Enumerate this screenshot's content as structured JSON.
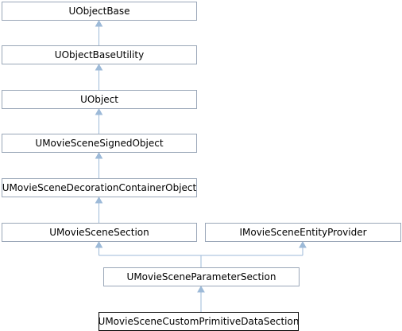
{
  "diagram": {
    "type": "class-inheritance",
    "colors": {
      "edge": "#9dbad8",
      "node_border": "#9aa7b8",
      "current_border": "#000000",
      "background": "#ffffff"
    },
    "nodes": [
      {
        "id": "uobjectbase",
        "label": "UObjectBase"
      },
      {
        "id": "uobjectbaseutility",
        "label": "UObjectBaseUtility"
      },
      {
        "id": "uobject",
        "label": "UObject"
      },
      {
        "id": "umoviescenesignedobject",
        "label": "UMovieSceneSignedObject"
      },
      {
        "id": "umoviescenedecorationcontainerobject",
        "label": "UMovieSceneDecorationContainerObject"
      },
      {
        "id": "umoviescenesection",
        "label": "UMovieSceneSection"
      },
      {
        "id": "imoviesceneentityprovider",
        "label": "IMovieSceneEntityProvider"
      },
      {
        "id": "umoviesceneparametersection",
        "label": "UMovieSceneParameterSection"
      },
      {
        "id": "umoviescenecustomprimitivedatasection",
        "label": "UMovieSceneCustomPrimitiveDataSection",
        "current": true
      }
    ],
    "edges": [
      {
        "from": "uobjectbaseutility",
        "to": "uobjectbase"
      },
      {
        "from": "uobject",
        "to": "uobjectbaseutility"
      },
      {
        "from": "umoviescenesignedobject",
        "to": "uobject"
      },
      {
        "from": "umoviescenedecorationcontainerobject",
        "to": "umoviescenesignedobject"
      },
      {
        "from": "umoviescenesection",
        "to": "umoviescenedecorationcontainerobject"
      },
      {
        "from": "umoviesceneparametersection",
        "to": "umoviescenesection"
      },
      {
        "from": "umoviesceneparametersection",
        "to": "imoviesceneentityprovider"
      },
      {
        "from": "umoviescenecustomprimitivedatasection",
        "to": "umoviesceneparametersection"
      }
    ]
  }
}
